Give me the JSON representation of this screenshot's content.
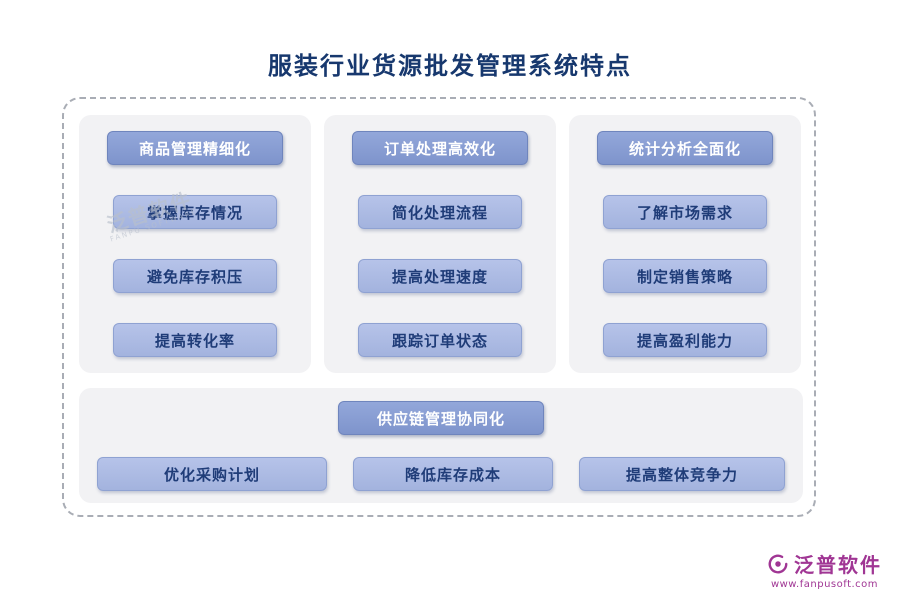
{
  "title": "服装行业货源批发管理系统特点",
  "sections": {
    "columns": [
      {
        "header": "商品管理精细化",
        "items": [
          "掌握库存情况",
          "避免库存积压",
          "提高转化率"
        ]
      },
      {
        "header": "订单处理高效化",
        "items": [
          "简化处理流程",
          "提高处理速度",
          "跟踪订单状态"
        ]
      },
      {
        "header": "统计分析全面化",
        "items": [
          "了解市场需求",
          "制定销售策略",
          "提高盈利能力"
        ]
      }
    ],
    "bottom": {
      "header": "供应链管理协同化",
      "items": [
        "优化采购计划",
        "降低库存成本",
        "提高整体竞争力"
      ]
    }
  },
  "watermark": {
    "text": "泛普软件",
    "subtext": "FANPU SOFTWARE"
  },
  "footer_logo": {
    "brand": "泛普软件",
    "website": "www.fanpusoft.com"
  },
  "colors": {
    "title": "#17386e",
    "header_button": "#7e94cc",
    "item_button": "#a8b7e2",
    "panel": "#f2f2f4",
    "brand": "#a03694"
  }
}
